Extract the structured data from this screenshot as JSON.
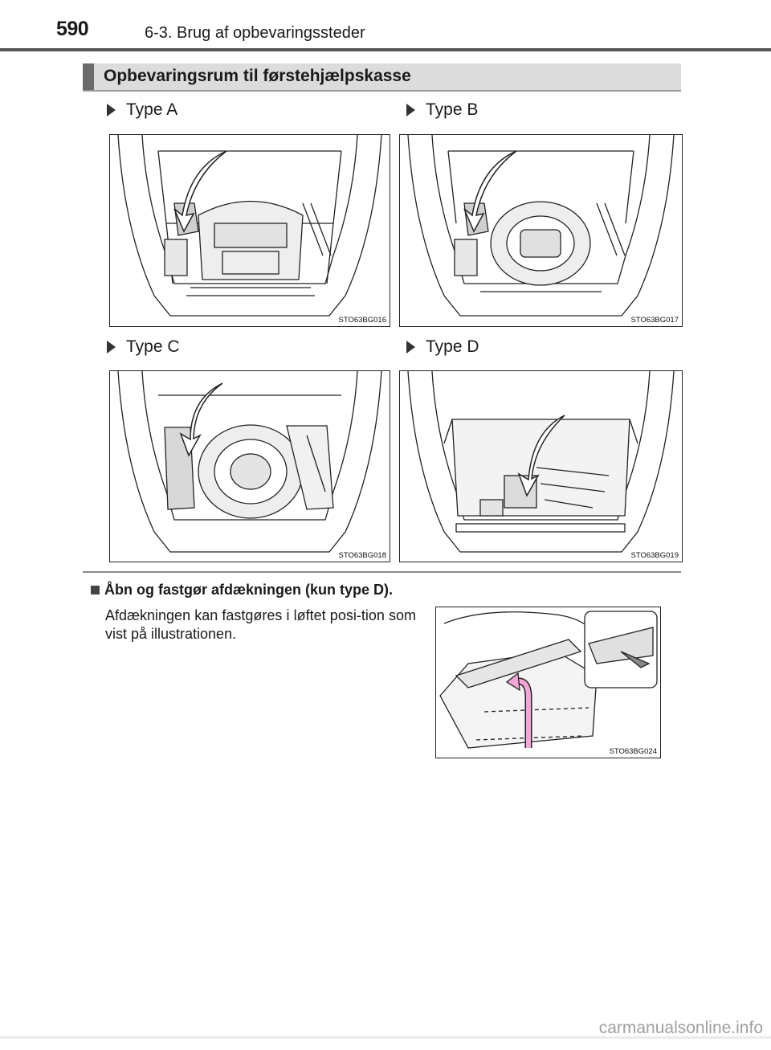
{
  "header": {
    "page_number": "590",
    "chapter_title": "6-3. Brug af opbevaringssteder"
  },
  "section": {
    "title": "Opbevaringsrum til førstehjælpskasse"
  },
  "figures": [
    {
      "label": "Type A",
      "code": "STO63BG016"
    },
    {
      "label": "Type B",
      "code": "STO63BG017"
    },
    {
      "label": "Type C",
      "code": "STO63BG018"
    },
    {
      "label": "Type D",
      "code": "STO63BG019"
    }
  ],
  "instruction": {
    "heading": "Åbn og fastgør afdækningen (kun type D).",
    "body": "Afdækningen kan fastgøres i løftet posi-tion som vist på illustrationen.",
    "figure_code": "STO63BG024"
  },
  "footer": {
    "watermark": "carmanualsonline.info"
  },
  "colors": {
    "section_bg": "#dcdcdc",
    "section_bar": "#6b6b6b",
    "arrow_fill": "#f4a6d8"
  }
}
